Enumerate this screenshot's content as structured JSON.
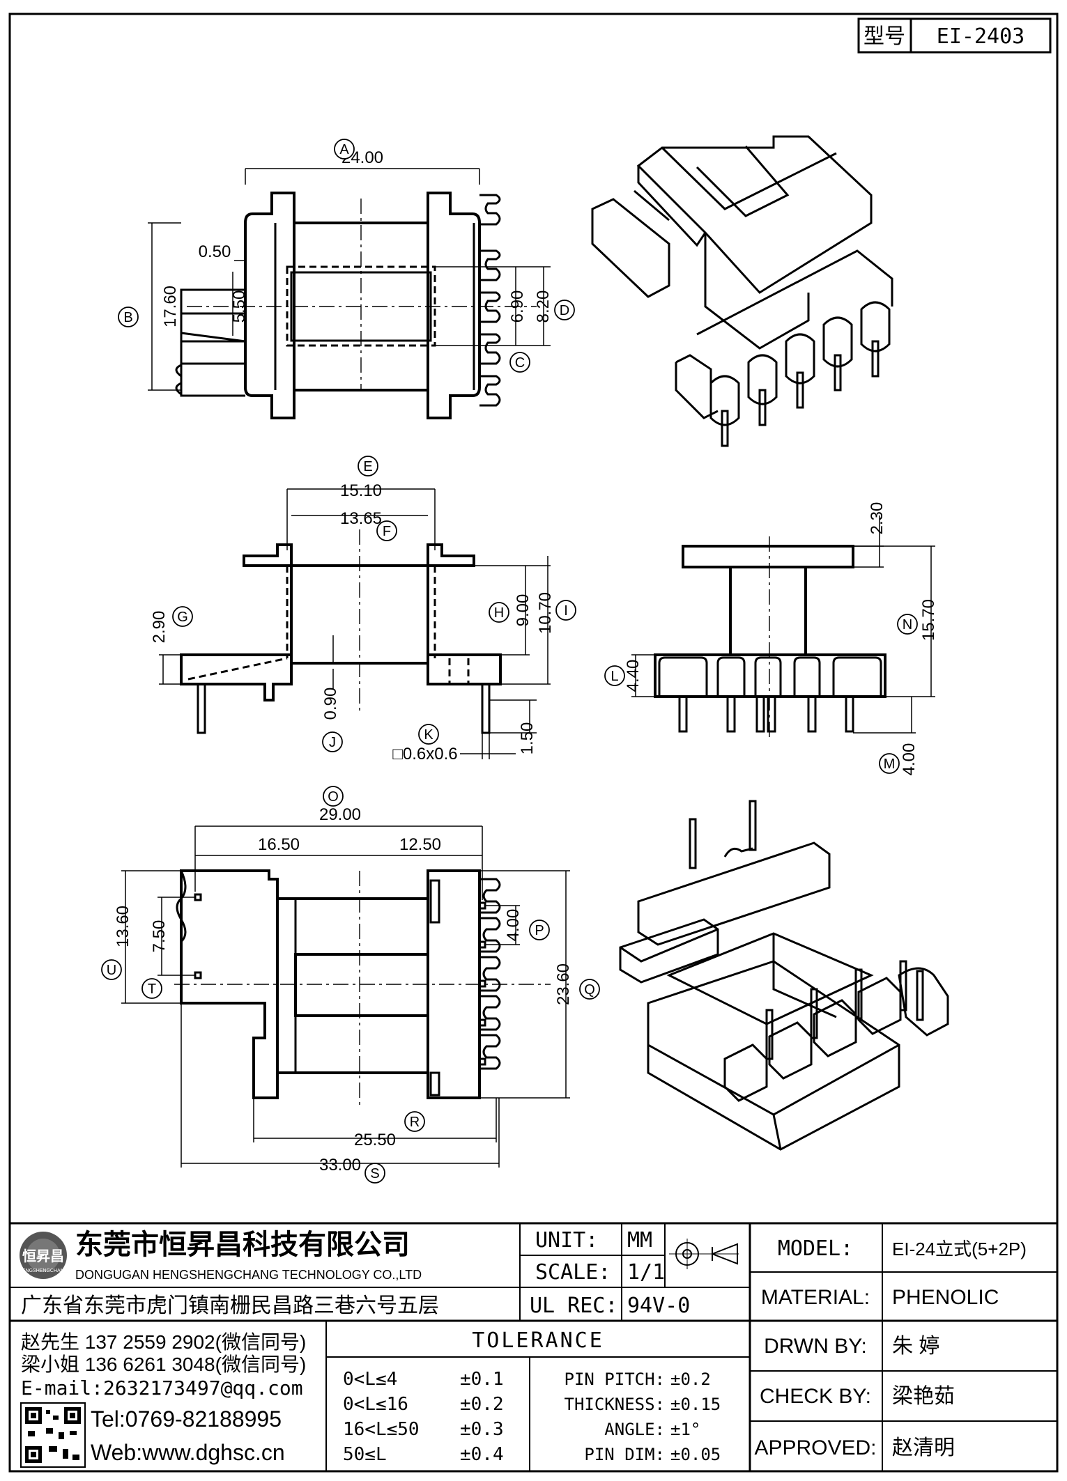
{
  "header": {
    "type_label": "型号",
    "type_value": "EI-2403"
  },
  "dimensions": {
    "A": "24.00",
    "B": "17.60",
    "D1": "6.90",
    "D2": "8.20",
    "t050": "0.50",
    "t550": "5.50",
    "E": "15.10",
    "F": "13.65",
    "G": "2.90",
    "H": "9.00",
    "I": "10.70",
    "J": "0.90",
    "K": "□0.6x0.6",
    "K2": "1.50",
    "top230": "2.30",
    "N": "15.70",
    "L": "4.40",
    "M": "4.00",
    "O": "29.00",
    "o1650": "16.50",
    "o1250": "12.50",
    "U": "13.60",
    "T": "7.50",
    "P": "4.00",
    "Q": "23.60",
    "R": "25.50",
    "S": "33.00"
  },
  "letters": [
    "A",
    "B",
    "C",
    "D",
    "E",
    "F",
    "G",
    "H",
    "I",
    "J",
    "K",
    "L",
    "M",
    "N",
    "O",
    "P",
    "Q",
    "R",
    "S",
    "T",
    "U"
  ],
  "company": {
    "name_cn": "东莞市恒昇昌科技有限公司",
    "name_en": "DONGUGAN HENGSHENGCHANG TECHNOLOGY CO.,LTD",
    "address": "广东省东莞市虎门镇南栅民昌路三巷六号五层",
    "logo_text": "恒昇昌",
    "logo_sub": "HENGSHENGCHANG"
  },
  "contacts": {
    "line1": "赵先生 137 2559 2902(微信同号)",
    "line2": "梁小姐 136 6261 3048(微信同号)",
    "email": "E-mail:2632173497@qq.com",
    "tel": "Tel:0769-82188995",
    "web": "Web:www.dghsc.cn"
  },
  "spec": {
    "unit_label": "UNIT:",
    "unit_value": "MM",
    "scale_label": "SCALE:",
    "scale_value": "1/1",
    "ulrec_label": "UL REC:",
    "ulrec_value": "94V-0"
  },
  "tolerance": {
    "title": "TOLERANCE",
    "rows": [
      {
        "range": "0<L≤4",
        "value": "±0.1"
      },
      {
        "range": "0<L≤16",
        "value": "±0.2"
      },
      {
        "range": "16<L≤50",
        "value": "±0.3"
      },
      {
        "range": "50≤L",
        "value": "±0.4"
      }
    ],
    "extra": [
      {
        "label": "PIN PITCH:",
        "value": "±0.2"
      },
      {
        "label": "THICKNESS:",
        "value": "±0.15"
      },
      {
        "label": "ANGLE:",
        "value": "±1°"
      },
      {
        "label": "PIN DIM:",
        "value": "±0.05"
      }
    ]
  },
  "info": {
    "model_label": "MODEL:",
    "model_value": "EI-24立式(5+2P)",
    "material_label": "MATERIAL:",
    "material_value": "PHENOLIC",
    "drawn_label": "DRWN BY:",
    "drawn_value": "朱 婷",
    "check_label": "CHECK BY:",
    "check_value": "梁艳茹",
    "approved_label": "APPROVED:",
    "approved_value": "赵清明"
  }
}
